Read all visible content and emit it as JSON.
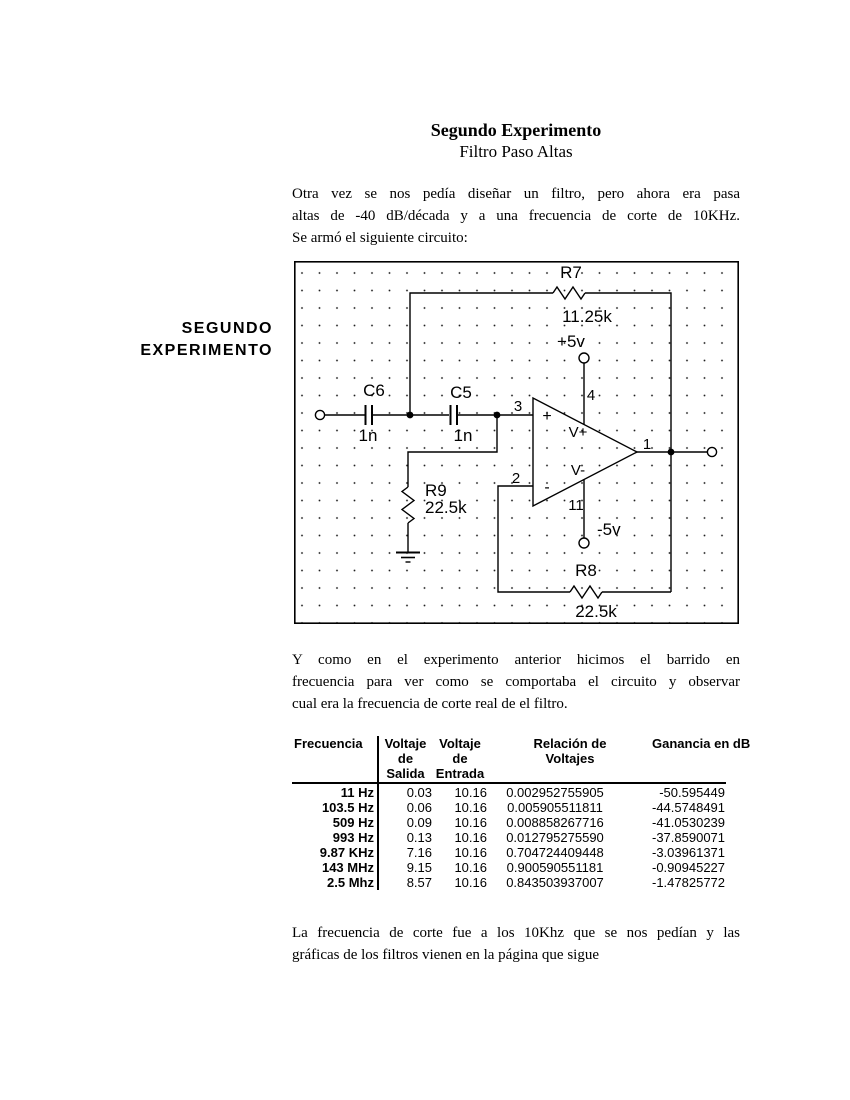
{
  "titles": {
    "main": "Segundo Experimento",
    "subtitle": "Filtro Paso Altas"
  },
  "sidebar": {
    "line1": "SEGUNDO",
    "line2": "EXPERIMENTO"
  },
  "paragraphs": {
    "p1": {
      "lines": [
        "Otra vez se nos pedía diseñar un filtro, pero ahora era pasa",
        "altas de -40 dB/década y a una frecuencia de corte de 10KHz.",
        "Se armó el siguiente circuito:"
      ]
    },
    "p2": {
      "lines": [
        "Y como en el experimento anterior hicimos el barrido en",
        "frecuencia para ver como se comportaba el circuito y observar",
        "cual era la frecuencia de corte real de el filtro."
      ]
    },
    "p3": {
      "lines": [
        "La frecuencia de corte fue a los 10Khz que se nos pedían y las",
        "gráficas de los filtros vienen en la página que sigue"
      ]
    }
  },
  "circuit": {
    "labels": {
      "c6_name": "C6",
      "c6_value": "1n",
      "c5_name": "C5",
      "c5_value": "1n",
      "r7_name": "R7",
      "r7_value": "11.25k",
      "r9_name": "R9",
      "r9_value": "22.5k",
      "r8_name": "R8",
      "r8_value": "22.5k",
      "supply_pos": "+5v",
      "supply_neg": "-5v",
      "pin_noninv": "3",
      "pin_inv": "2",
      "pin_out": "1",
      "pin_vplus": "4",
      "pin_vminus": "11",
      "vplus": "V+",
      "vminus": "V-",
      "plus_sign": "+",
      "minus_sign": "-"
    }
  },
  "table": {
    "headers": {
      "c1": "Frecuencia",
      "c2": [
        "Voltaje",
        "de",
        "Salida"
      ],
      "c3": [
        "Voltaje",
        "de",
        "Entrada"
      ],
      "c4": [
        "Relación de",
        "Voltajes"
      ],
      "c5": "Ganancia en dB"
    },
    "rows": [
      {
        "f": "11 Hz",
        "vs": "0.03",
        "ve": "10.16",
        "rv": "0.002952755905",
        "g": "-50.595449"
      },
      {
        "f": "103.5 Hz",
        "vs": "0.06",
        "ve": "10.16",
        "rv": "0.005905511811",
        "g": "-44.5748491"
      },
      {
        "f": "509 Hz",
        "vs": "0.09",
        "ve": "10.16",
        "rv": "0.008858267716",
        "g": "-41.0530239"
      },
      {
        "f": "993 Hz",
        "vs": "0.13",
        "ve": "10.16",
        "rv": "0.012795275590",
        "g": "-37.8590071"
      },
      {
        "f": "9.87 KHz",
        "vs": "7.16",
        "ve": "10.16",
        "rv": "0.704724409448",
        "g": "-3.03961371"
      },
      {
        "f": "143 MHz",
        "vs": "9.15",
        "ve": "10.16",
        "rv": "0.900590551181",
        "g": "-0.90945227"
      },
      {
        "f": "2.5 Mhz",
        "vs": "8.57",
        "ve": "10.16",
        "rv": "0.843503937007",
        "g": "-1.47825772"
      }
    ]
  },
  "colors": {
    "ink": "#000000",
    "paper": "#ffffff"
  }
}
